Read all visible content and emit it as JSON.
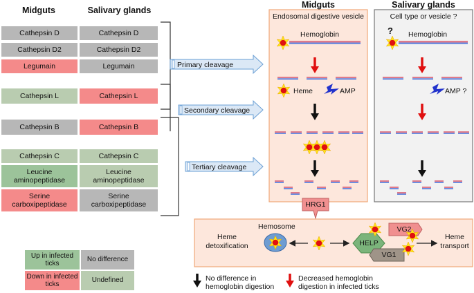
{
  "headers": {
    "midguts_left": "Midguts",
    "salivary_left": "Salivary glands",
    "midguts_right": "Midguts",
    "salivary_right": "Salivary glands"
  },
  "enzymes": [
    {
      "mid": "Cathepsin D",
      "sal": "Cathepsin D"
    },
    {
      "mid": "Cathepsin D2",
      "sal": "Cathepsin D2"
    },
    {
      "mid": "Legumain",
      "sal": "Legumain"
    },
    {
      "mid": "Cathepsin L",
      "sal": "Cathepsin L"
    },
    {
      "mid": "Cathepsin B",
      "sal": "Cathepsin B"
    },
    {
      "mid": "Cathepsin C",
      "sal": "Cathepsin C"
    },
    {
      "mid": "Leucine aminopeptidase",
      "sal": "Leucine aminopeptidase"
    },
    {
      "mid": "Serine carboxipeptidase",
      "sal": "Serine carboxipeptidase"
    }
  ],
  "cleavage": {
    "primary": "Primary cleavage",
    "secondary": "Secondary cleavage",
    "tertiary": "Tertiary cleavage"
  },
  "mid_panel": {
    "title": "Endosomal digestive vesicle",
    "hemoglobin": "Hemoglobin",
    "heme": "Heme",
    "amp": "AMP"
  },
  "sal_panel": {
    "title": "Cell type or vesicle ?",
    "qmark": "?",
    "hemoglobin": "Hemoglobin",
    "amp": "AMP ?"
  },
  "hrg1": "HRG1",
  "bottom": {
    "hemosome": "Hemosome",
    "detox": "Heme detoxification",
    "help": "HELP",
    "vg2": "VG2",
    "vg1": "VG1",
    "transport": "Heme transport"
  },
  "legend": {
    "up": "Up in infected ticks",
    "nodiff": "No difference",
    "down": "Down in infected ticks",
    "undef": "Undefined",
    "black_arrow": "No difference in hemoglobin digestion",
    "red_arrow": "Decreased hemoglobin digestion in infected ticks"
  },
  "colors": {
    "grey": "#b7b7b7",
    "red": "#f48a8a",
    "green": "#9cc39a",
    "panel": "#fde7dc",
    "panel_border": "#f0a878"
  }
}
